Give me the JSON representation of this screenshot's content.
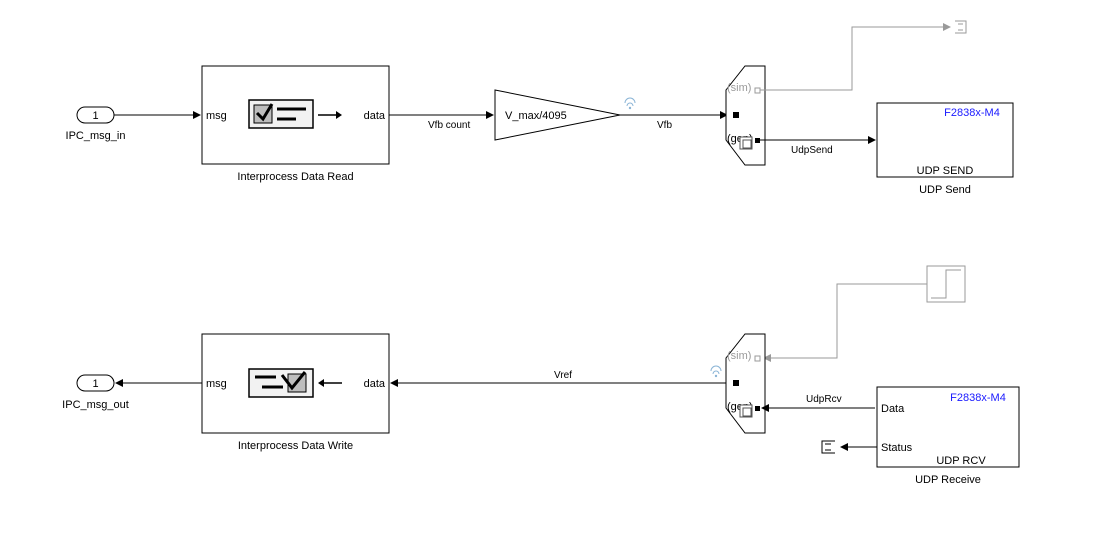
{
  "inports": [
    {
      "number": "1",
      "label": "IPC_msg_in"
    }
  ],
  "outports": [
    {
      "number": "1",
      "label": "IPC_msg_out"
    }
  ],
  "ipc_read": {
    "port_in": "msg",
    "port_out": "data",
    "label": "Interprocess Data Read"
  },
  "ipc_write": {
    "port_in": "data",
    "port_out": "msg",
    "label": "Interprocess Data Write"
  },
  "gain": {
    "label": "V_max/4095"
  },
  "signals": {
    "vfb_count": "Vfb count",
    "vfb": "Vfb",
    "udp_send": "UdpSend",
    "vref": "Vref",
    "udp_rcv": "UdpRcv"
  },
  "variant_upper": {
    "port_sim": "(sim)",
    "port_gen": "(gen)"
  },
  "variant_lower": {
    "port_sim": "(sim)",
    "port_gen": "(gen)"
  },
  "udp_send": {
    "target": "F2838x-M4",
    "title": "UDP SEND",
    "label": "UDP Send"
  },
  "udp_recv": {
    "target": "F2838x-M4",
    "port_data": "Data",
    "port_status": "Status",
    "title": "UDP RCV",
    "label": "UDP Receive"
  },
  "colors": {
    "line": "#000000",
    "inactive": "#9a9a9a",
    "target_text": "#1a1aff"
  }
}
